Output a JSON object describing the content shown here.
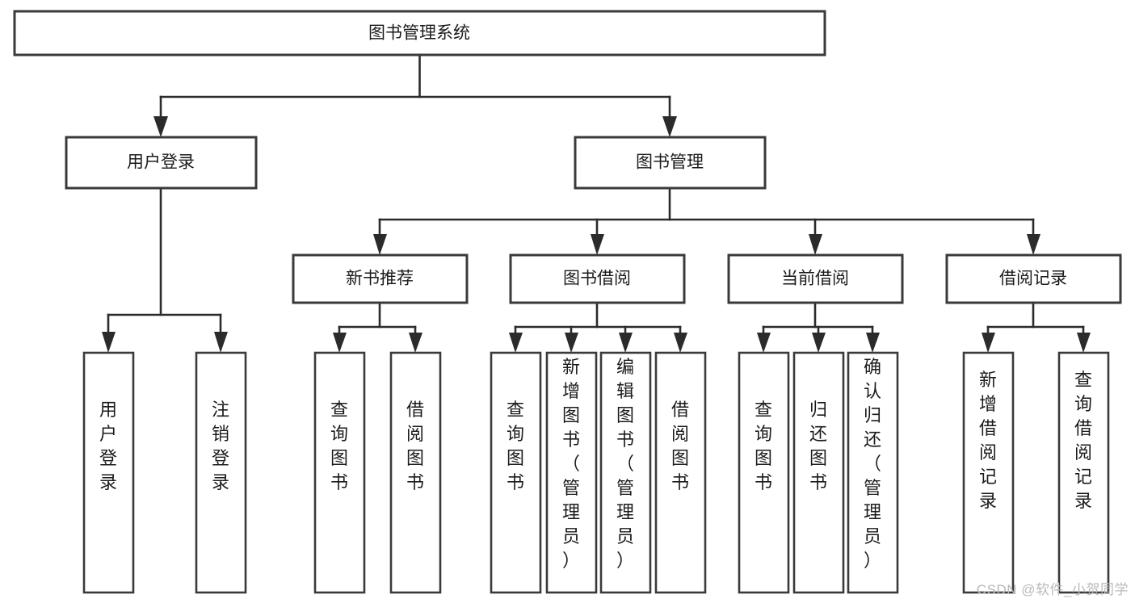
{
  "diagram": {
    "title": "图书管理系统",
    "watermark": "CSDN @软件_小贺同学",
    "colors": {
      "box_stroke": "#3a3a3a",
      "line_stroke": "#2b2b2b",
      "box_fill": "#ffffff",
      "text": "#1b1b1b",
      "watermark": "#b9b9b9",
      "background": "#ffffff"
    },
    "root": {
      "label": "图书管理系统"
    },
    "level2": [
      {
        "label": "用户登录"
      },
      {
        "label": "图书管理"
      }
    ],
    "level3": [
      {
        "label": "新书推荐"
      },
      {
        "label": "图书借阅"
      },
      {
        "label": "当前借阅"
      },
      {
        "label": "借阅记录"
      }
    ],
    "leaves": {
      "user_login": [
        {
          "label": "用户登录"
        },
        {
          "label": "注销登录"
        }
      ],
      "new_book_recommend": [
        {
          "label": "查询图书"
        },
        {
          "label": "借阅图书"
        }
      ],
      "book_borrow": [
        {
          "label": "查询图书"
        },
        {
          "label": "新增图书（管理员）"
        },
        {
          "label": "编辑图书（管理员）"
        },
        {
          "label": "借阅图书"
        }
      ],
      "current_borrow": [
        {
          "label": "查询图书"
        },
        {
          "label": "归还图书"
        },
        {
          "label": "确认归还（管理员）"
        }
      ],
      "borrow_record": [
        {
          "label": "新增借阅记录"
        },
        {
          "label": "查询借阅记录"
        }
      ]
    }
  }
}
